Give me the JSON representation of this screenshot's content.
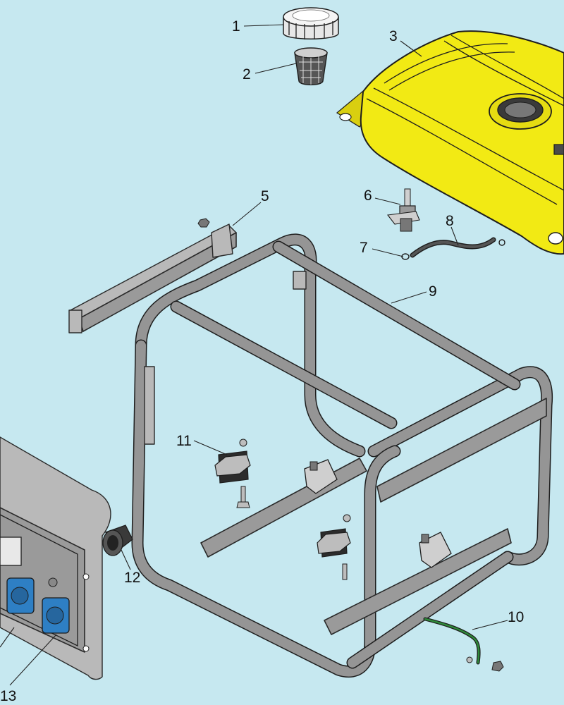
{
  "callouts": [
    {
      "id": "1",
      "label": "1"
    },
    {
      "id": "2",
      "label": "2"
    },
    {
      "id": "3",
      "label": "3"
    },
    {
      "id": "5",
      "label": "5"
    },
    {
      "id": "6",
      "label": "6"
    },
    {
      "id": "7",
      "label": "7"
    },
    {
      "id": "8",
      "label": "8"
    },
    {
      "id": "9",
      "label": "9"
    },
    {
      "id": "10",
      "label": "10"
    },
    {
      "id": "11",
      "label": "11"
    },
    {
      "id": "12",
      "label": "12"
    },
    {
      "id": "13",
      "label": "13"
    }
  ],
  "colors": {
    "background": "#c6e8f0",
    "fuel_tank": "#f2ea14",
    "frame": "#959595",
    "socket": "#2e7fc4",
    "ground_wire": "#2f8a3a"
  }
}
